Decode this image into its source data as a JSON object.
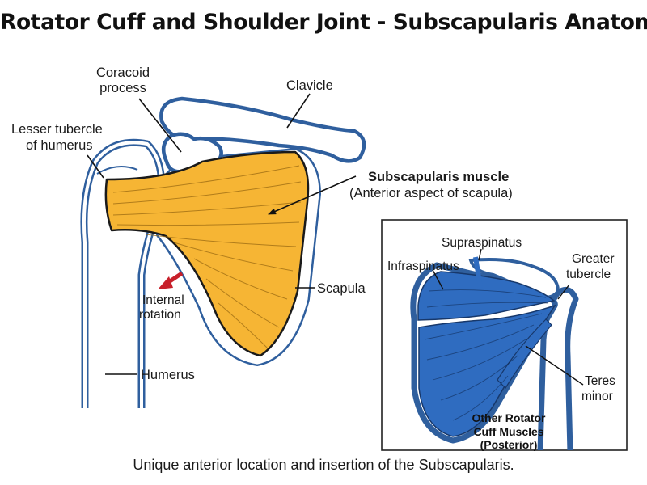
{
  "title": "Rotator Cuff and Shoulder Joint - Subscapularis Anatomy",
  "caption": "Unique anterior location and insertion of the Subscapularis.",
  "labels": {
    "coracoid_1": "Coracoid",
    "coracoid_2": "process",
    "clavicle": "Clavicle",
    "lesser_1": "Lesser tubercle",
    "lesser_2": "of humerus",
    "subscap_1": "Subscapularis muscle",
    "subscap_2": "(Anterior aspect of scapula)",
    "scapula": "Scapula",
    "internal_1": "Internal",
    "internal_2": "rotation",
    "humerus": "Humerus"
  },
  "inset": {
    "supraspinatus": "Supraspinatus",
    "infraspinatus": "Infraspinatus",
    "greater_1": "Greater",
    "greater_2": "tubercle",
    "teres_1": "Teres",
    "teres_2": "minor",
    "other_1": "Other Rotator",
    "other_2": "Cuff Muscles",
    "other_3": "(Posterior)"
  },
  "colors": {
    "subscapularis": "#F6B534",
    "posterior_muscles": "#2F6CC0",
    "bone_outline": "#2F5F9E",
    "arrow": "#C8202B"
  }
}
